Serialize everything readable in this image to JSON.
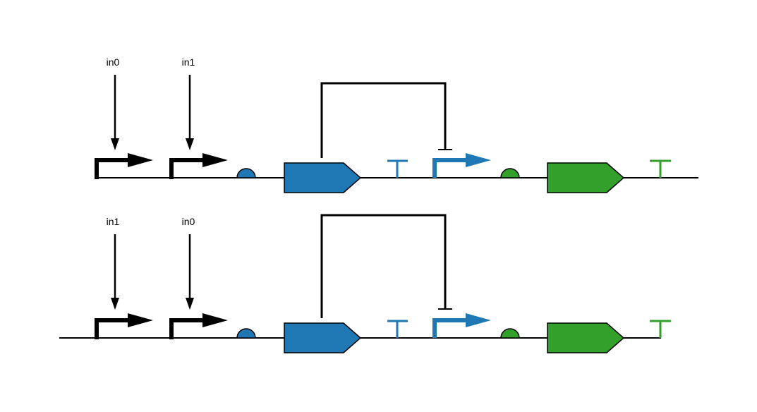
{
  "colors": {
    "black": "#000000",
    "blue": "#1f77b4",
    "green": "#33a02c"
  },
  "constructs": [
    {
      "inputs": [
        "in0",
        "in1"
      ]
    },
    {
      "inputs": [
        "in1",
        "in0"
      ]
    }
  ]
}
